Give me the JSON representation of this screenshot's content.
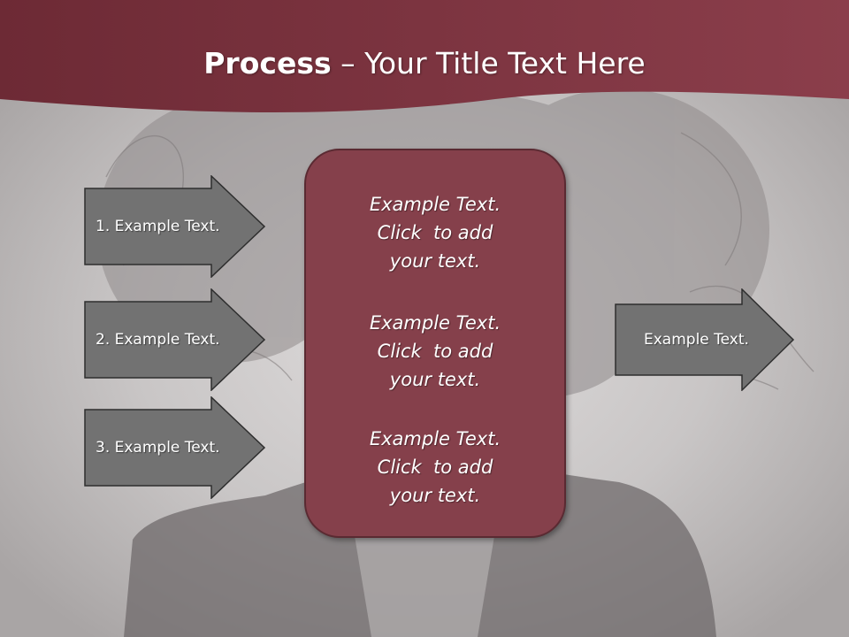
{
  "title": {
    "bold": "Process",
    "rest": " – Your Title Text Here"
  },
  "colors": {
    "banner": "#7a2f3b",
    "box_fill": "#85404b",
    "arrow_fill": "#727272",
    "text": "#ffffff"
  },
  "left_arrows": [
    {
      "label": "1. Example Text."
    },
    {
      "label": "2. Example Text."
    },
    {
      "label": "3. Example Text."
    }
  ],
  "center_box": {
    "paragraphs": [
      {
        "lines": [
          "Example Text.",
          "Click  to add",
          "your text."
        ]
      },
      {
        "lines": [
          "Example Text.",
          "Click  to add",
          "your text."
        ]
      },
      {
        "lines": [
          "Example Text.",
          "Click  to add",
          "your text."
        ]
      }
    ]
  },
  "right_arrow": {
    "label": "Example Text."
  }
}
